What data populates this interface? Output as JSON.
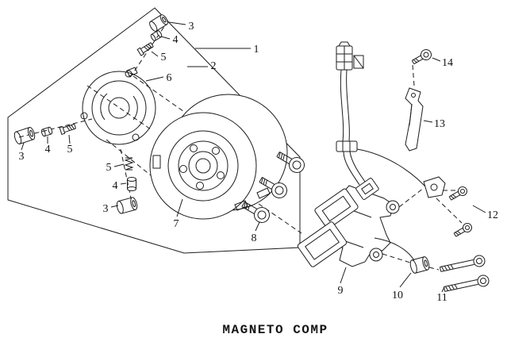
{
  "diagram": {
    "title": "MAGNETO COMP",
    "colors": {
      "line": "#1c1c1c",
      "background": "#ffffff"
    },
    "labels": [
      {
        "part": "1"
      },
      {
        "part": "2"
      },
      {
        "part": "3"
      },
      {
        "part": "4"
      },
      {
        "part": "5"
      },
      {
        "part": "6"
      },
      {
        "part": "3"
      },
      {
        "part": "4"
      },
      {
        "part": "5"
      },
      {
        "part": "5"
      },
      {
        "part": "4"
      },
      {
        "part": "3"
      },
      {
        "part": "7"
      },
      {
        "part": "8"
      },
      {
        "part": "9"
      },
      {
        "part": "10"
      },
      {
        "part": "11"
      },
      {
        "part": "12"
      },
      {
        "part": "13"
      },
      {
        "part": "14"
      }
    ]
  }
}
